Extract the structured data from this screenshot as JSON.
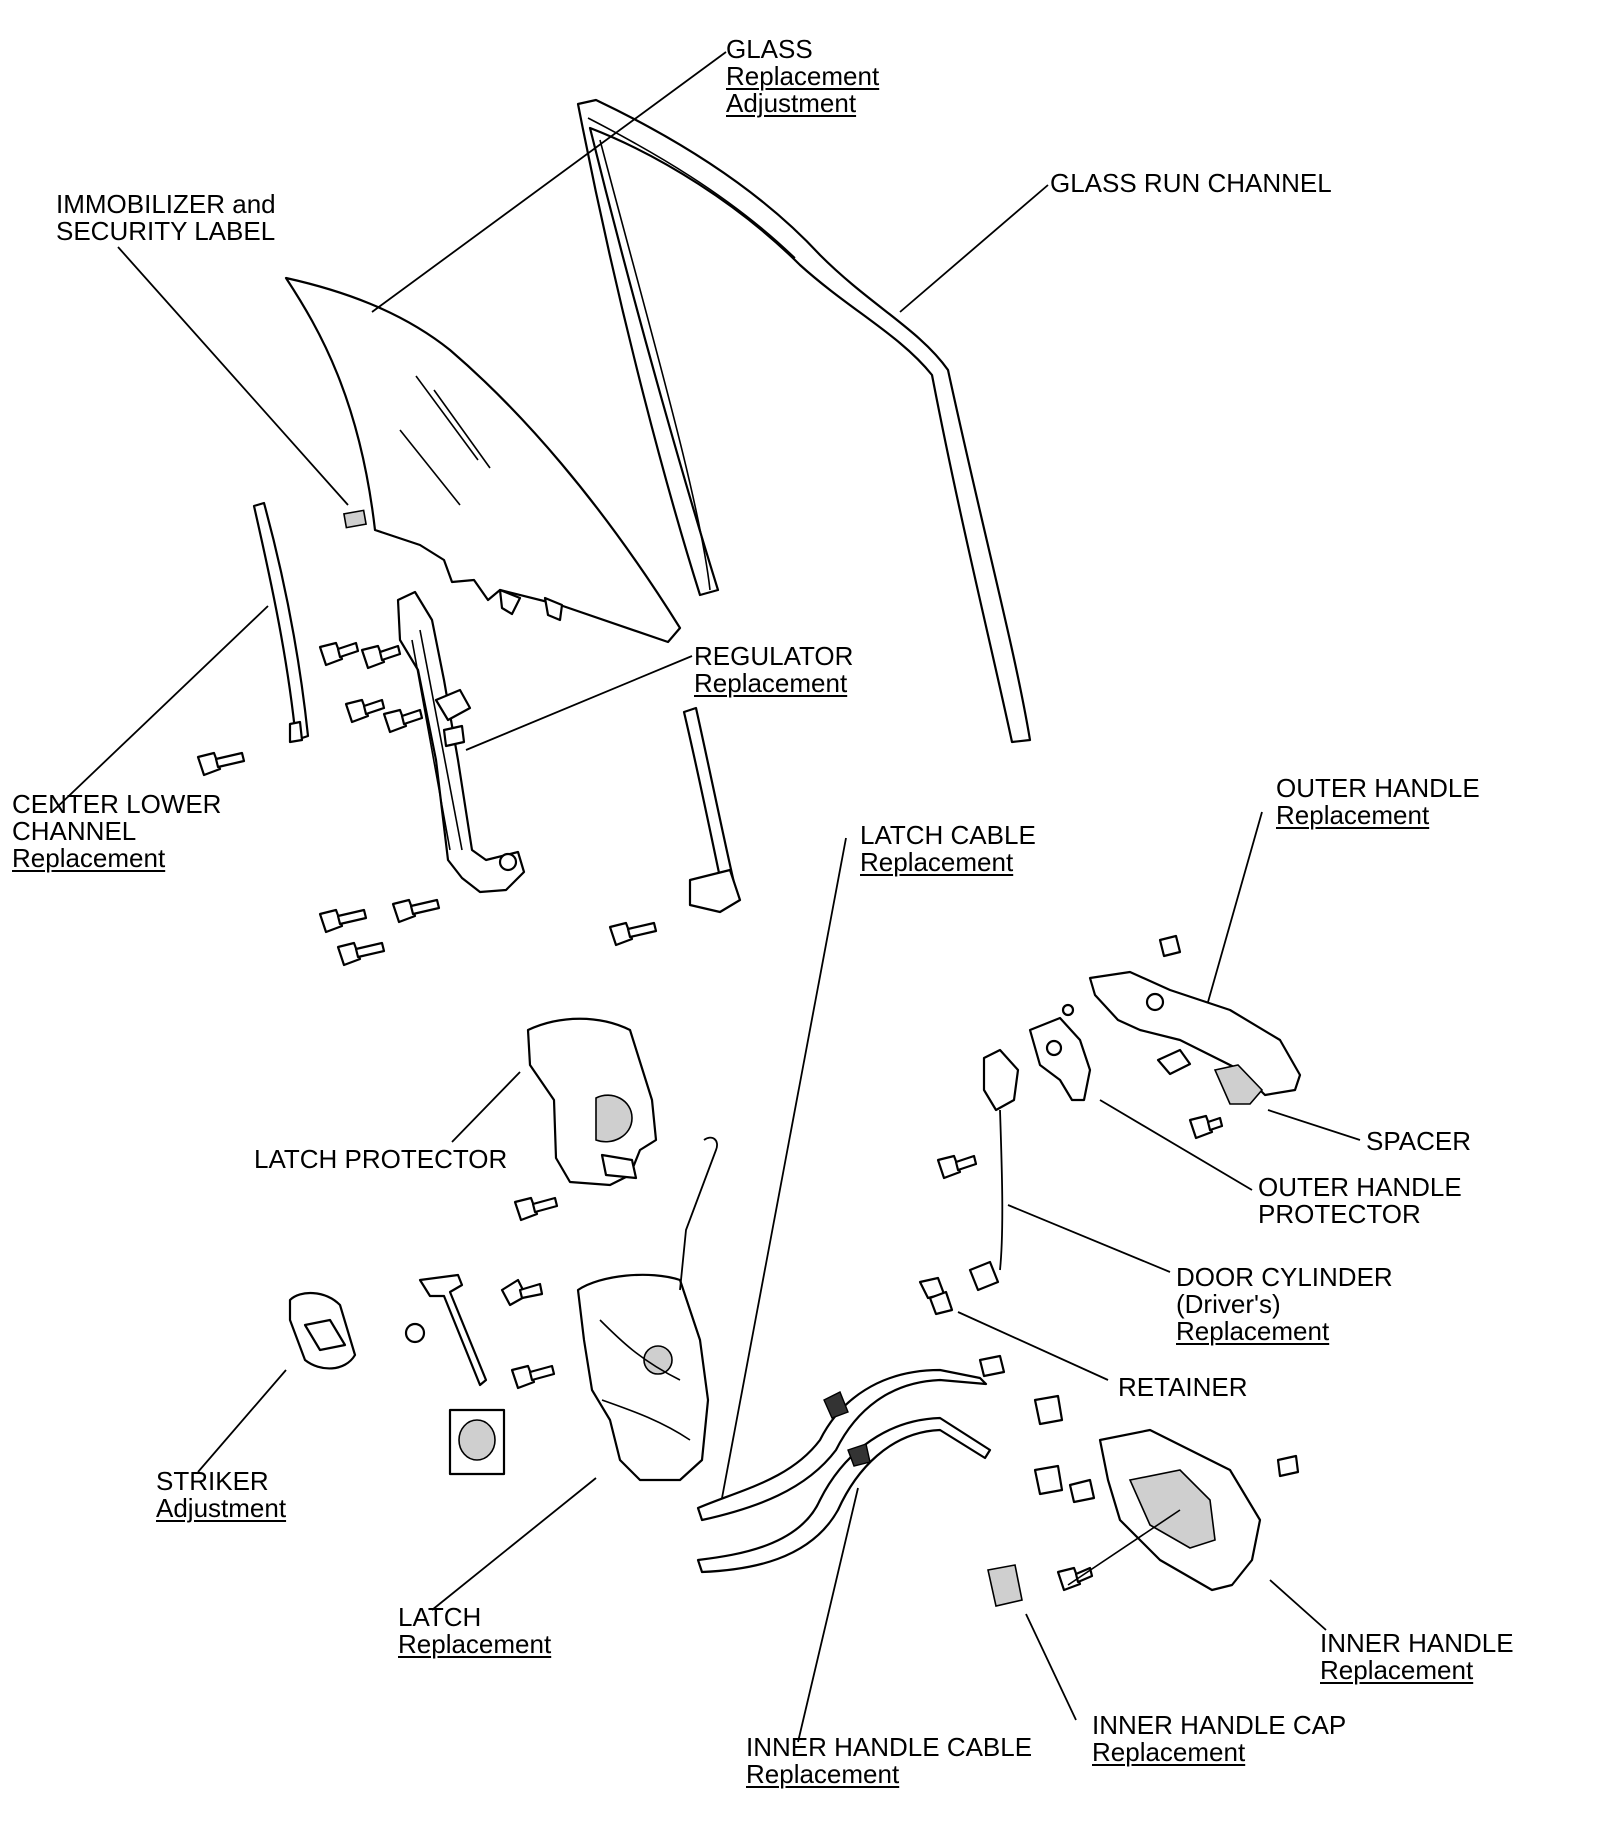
{
  "labels": {
    "glass": {
      "title": "GLASS",
      "links": [
        "Replacement",
        "Adjustment"
      ]
    },
    "glass_run_channel": {
      "title": "GLASS RUN CHANNEL"
    },
    "immobilizer_label": {
      "lines": [
        "IMMOBILIZER and",
        "SECURITY LABEL"
      ]
    },
    "regulator": {
      "title": "REGULATOR",
      "links": [
        "Replacement"
      ]
    },
    "center_lower_channel": {
      "lines": [
        "CENTER LOWER",
        "CHANNEL"
      ],
      "links": [
        "Replacement"
      ]
    },
    "latch_cable": {
      "title": "LATCH CABLE",
      "links": [
        "Replacement"
      ]
    },
    "outer_handle": {
      "title": "OUTER HANDLE",
      "links": [
        "Replacement"
      ]
    },
    "latch_protector": {
      "title": "LATCH PROTECTOR"
    },
    "spacer": {
      "title": "SPACER"
    },
    "outer_handle_protector": {
      "lines": [
        "OUTER HANDLE",
        "PROTECTOR"
      ]
    },
    "door_cylinder": {
      "lines": [
        "DOOR CYLINDER",
        "(Driver's)"
      ],
      "links": [
        "Replacement"
      ]
    },
    "retainer": {
      "title": "RETAINER"
    },
    "striker": {
      "title": "STRIKER",
      "links": [
        "Adjustment"
      ]
    },
    "latch": {
      "title": "LATCH",
      "links": [
        "Replacement"
      ]
    },
    "inner_handle": {
      "title": "INNER HANDLE",
      "links": [
        "Replacement"
      ]
    },
    "inner_handle_cap": {
      "title": "INNER HANDLE CAP",
      "links": [
        "Replacement"
      ]
    },
    "inner_handle_cable": {
      "title": "INNER HANDLE CABLE",
      "links": [
        "Replacement"
      ]
    }
  }
}
